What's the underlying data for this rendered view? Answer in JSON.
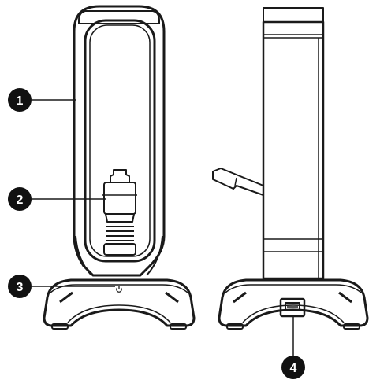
{
  "callouts": [
    {
      "id": "1",
      "label": "1",
      "part": "headset-hanger-frame"
    },
    {
      "id": "2",
      "label": "2",
      "part": "mouse-cable-clamp"
    },
    {
      "id": "3",
      "label": "3",
      "part": "power-indicator"
    },
    {
      "id": "4",
      "label": "4",
      "part": "usb-port"
    }
  ],
  "colors": {
    "line": "#1a1a1a",
    "fill": "#ffffff",
    "badge": "#111111"
  },
  "icons": {
    "power": "power-icon"
  }
}
